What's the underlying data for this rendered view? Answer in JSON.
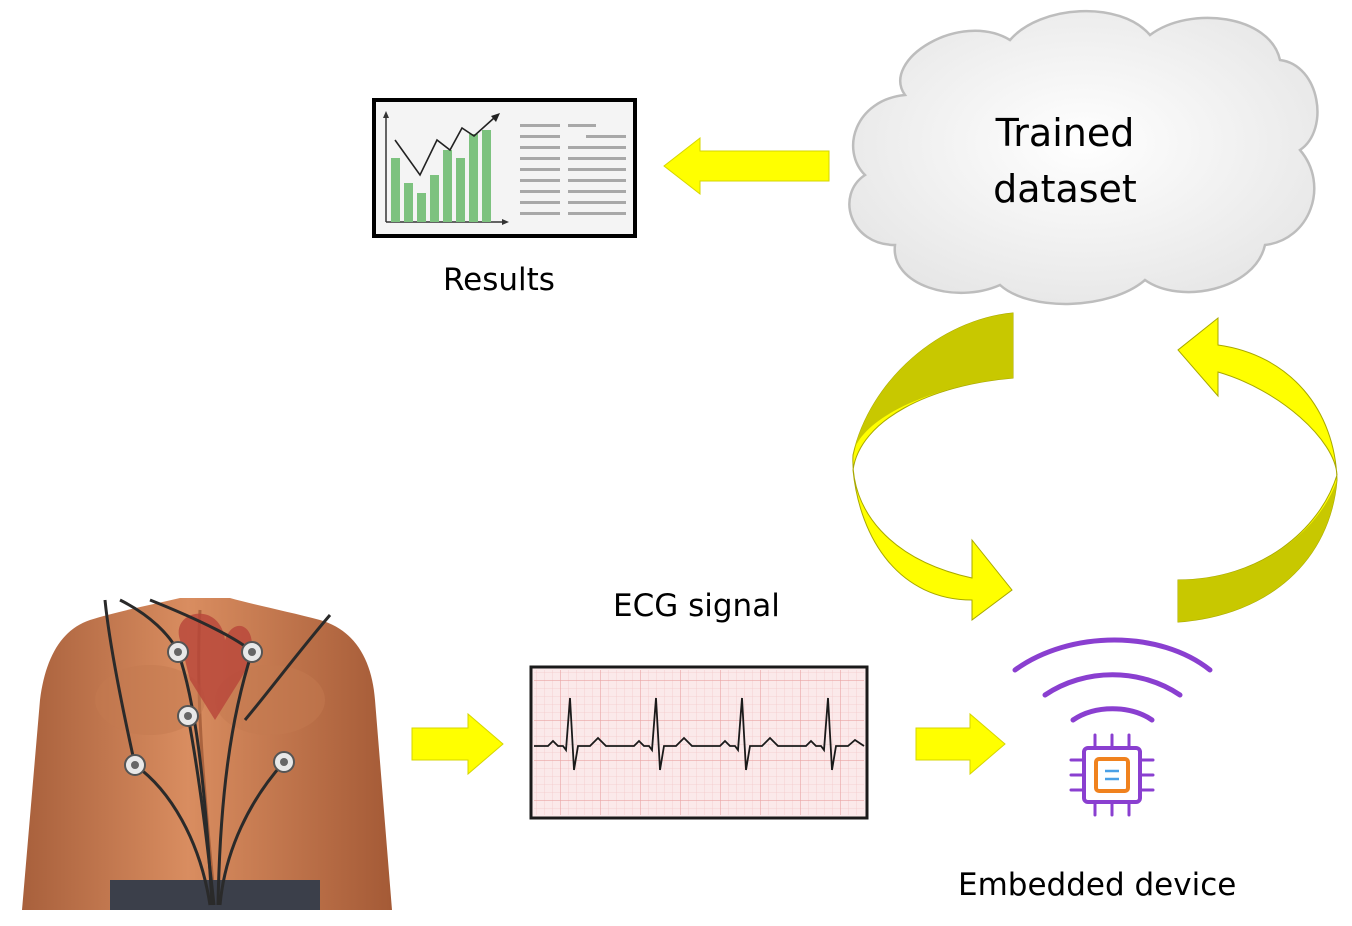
{
  "labels": {
    "results": "Results",
    "cloud_line1": "Trained",
    "cloud_line2": "dataset",
    "ecg_signal": "ECG signal",
    "embedded_device": "Embedded device"
  },
  "colors": {
    "arrow_yellow": "#ffff00",
    "arrow_dark": "#c8c800",
    "bar_green": "#7dc27f",
    "chip_purple": "#8a3fd0",
    "chip_orange": "#f0821e",
    "chip_blue": "#4aa0e6",
    "ecg_grid": "#f0b8b8",
    "ecg_paper": "#fbe9ea"
  },
  "icons": {
    "results_report": "bar-chart-report-icon",
    "cloud": "cloud-icon",
    "ecg_monitor": "ecg-waveform-icon",
    "wireless_chip": "wireless-chip-icon",
    "patient": "chest-electrodes-illustration"
  }
}
